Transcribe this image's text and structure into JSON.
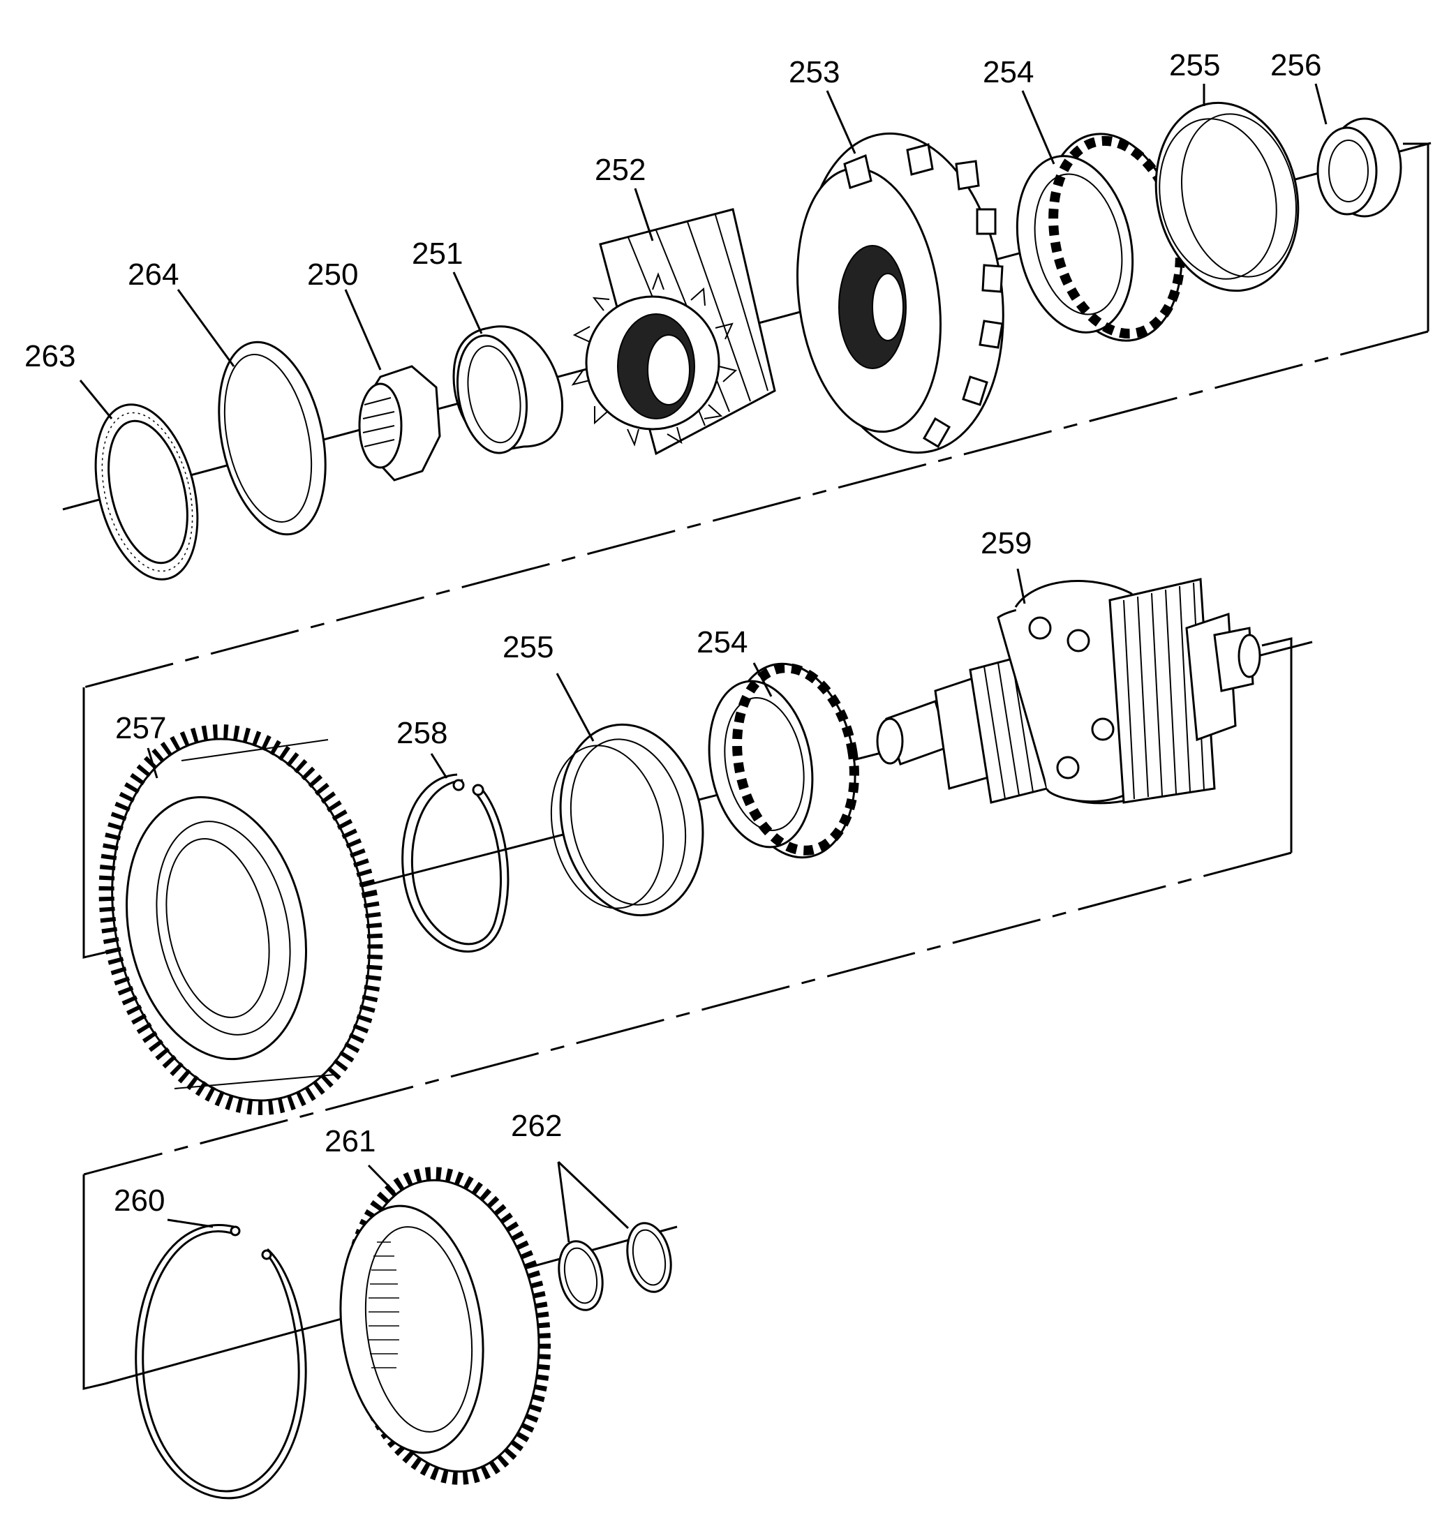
{
  "parts": [
    {
      "id": "250"
    },
    {
      "id": "251"
    },
    {
      "id": "252"
    },
    {
      "id": "253"
    },
    {
      "id": "254"
    },
    {
      "id": "255"
    },
    {
      "id": "256"
    },
    {
      "id": "257"
    },
    {
      "id": "258"
    },
    {
      "id": "259"
    },
    {
      "id": "260"
    },
    {
      "id": "261"
    },
    {
      "id": "262"
    },
    {
      "id": "263"
    },
    {
      "id": "264"
    }
  ],
  "second_instances": {
    "254": "254",
    "255": "255"
  }
}
